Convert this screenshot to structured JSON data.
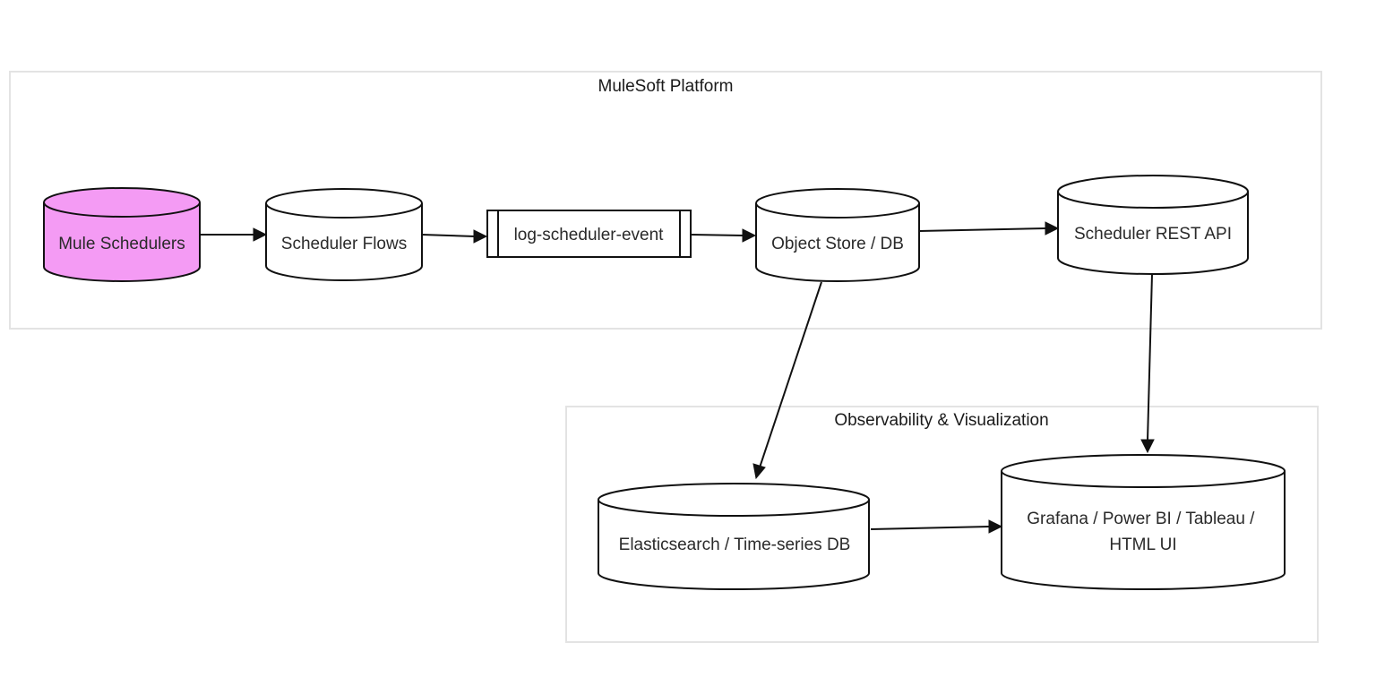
{
  "colors": {
    "highlight_fill": "#f49bf4",
    "default_fill": "#ffffff",
    "stroke": "#111111",
    "cluster_border": "#e3e3e3"
  },
  "clusters": {
    "platform": {
      "title": "MuleSoft Platform"
    },
    "observability": {
      "title": "Observability & Visualization"
    }
  },
  "nodes": {
    "mule_schedulers": {
      "label": "Mule Schedulers",
      "shape": "cylinder",
      "highlighted": true
    },
    "scheduler_flows": {
      "label": "Scheduler Flows",
      "shape": "cylinder"
    },
    "log_scheduler_event": {
      "label": "log-scheduler-event",
      "shape": "subroutine"
    },
    "object_store": {
      "label": "Object Store / DB",
      "shape": "cylinder"
    },
    "scheduler_rest_api": {
      "label": "Scheduler REST API",
      "shape": "cylinder"
    },
    "elasticsearch": {
      "label": "Elasticsearch / Time-series DB",
      "shape": "cylinder"
    },
    "dashboards": {
      "label_lines": [
        "Grafana / Power BI / Tableau /",
        "HTML UI"
      ],
      "shape": "cylinder"
    }
  },
  "edges": [
    {
      "from": "Mule Schedulers",
      "to": "Scheduler Flows"
    },
    {
      "from": "Scheduler Flows",
      "to": "log-scheduler-event"
    },
    {
      "from": "log-scheduler-event",
      "to": "Object Store / DB"
    },
    {
      "from": "Object Store / DB",
      "to": "Scheduler REST API"
    },
    {
      "from": "Object Store / DB",
      "to": "Elasticsearch / Time-series DB"
    },
    {
      "from": "Scheduler REST API",
      "to": "Grafana / Power BI / Tableau / HTML UI"
    },
    {
      "from": "Elasticsearch / Time-series DB",
      "to": "Grafana / Power BI / Tableau / HTML UI"
    }
  ]
}
